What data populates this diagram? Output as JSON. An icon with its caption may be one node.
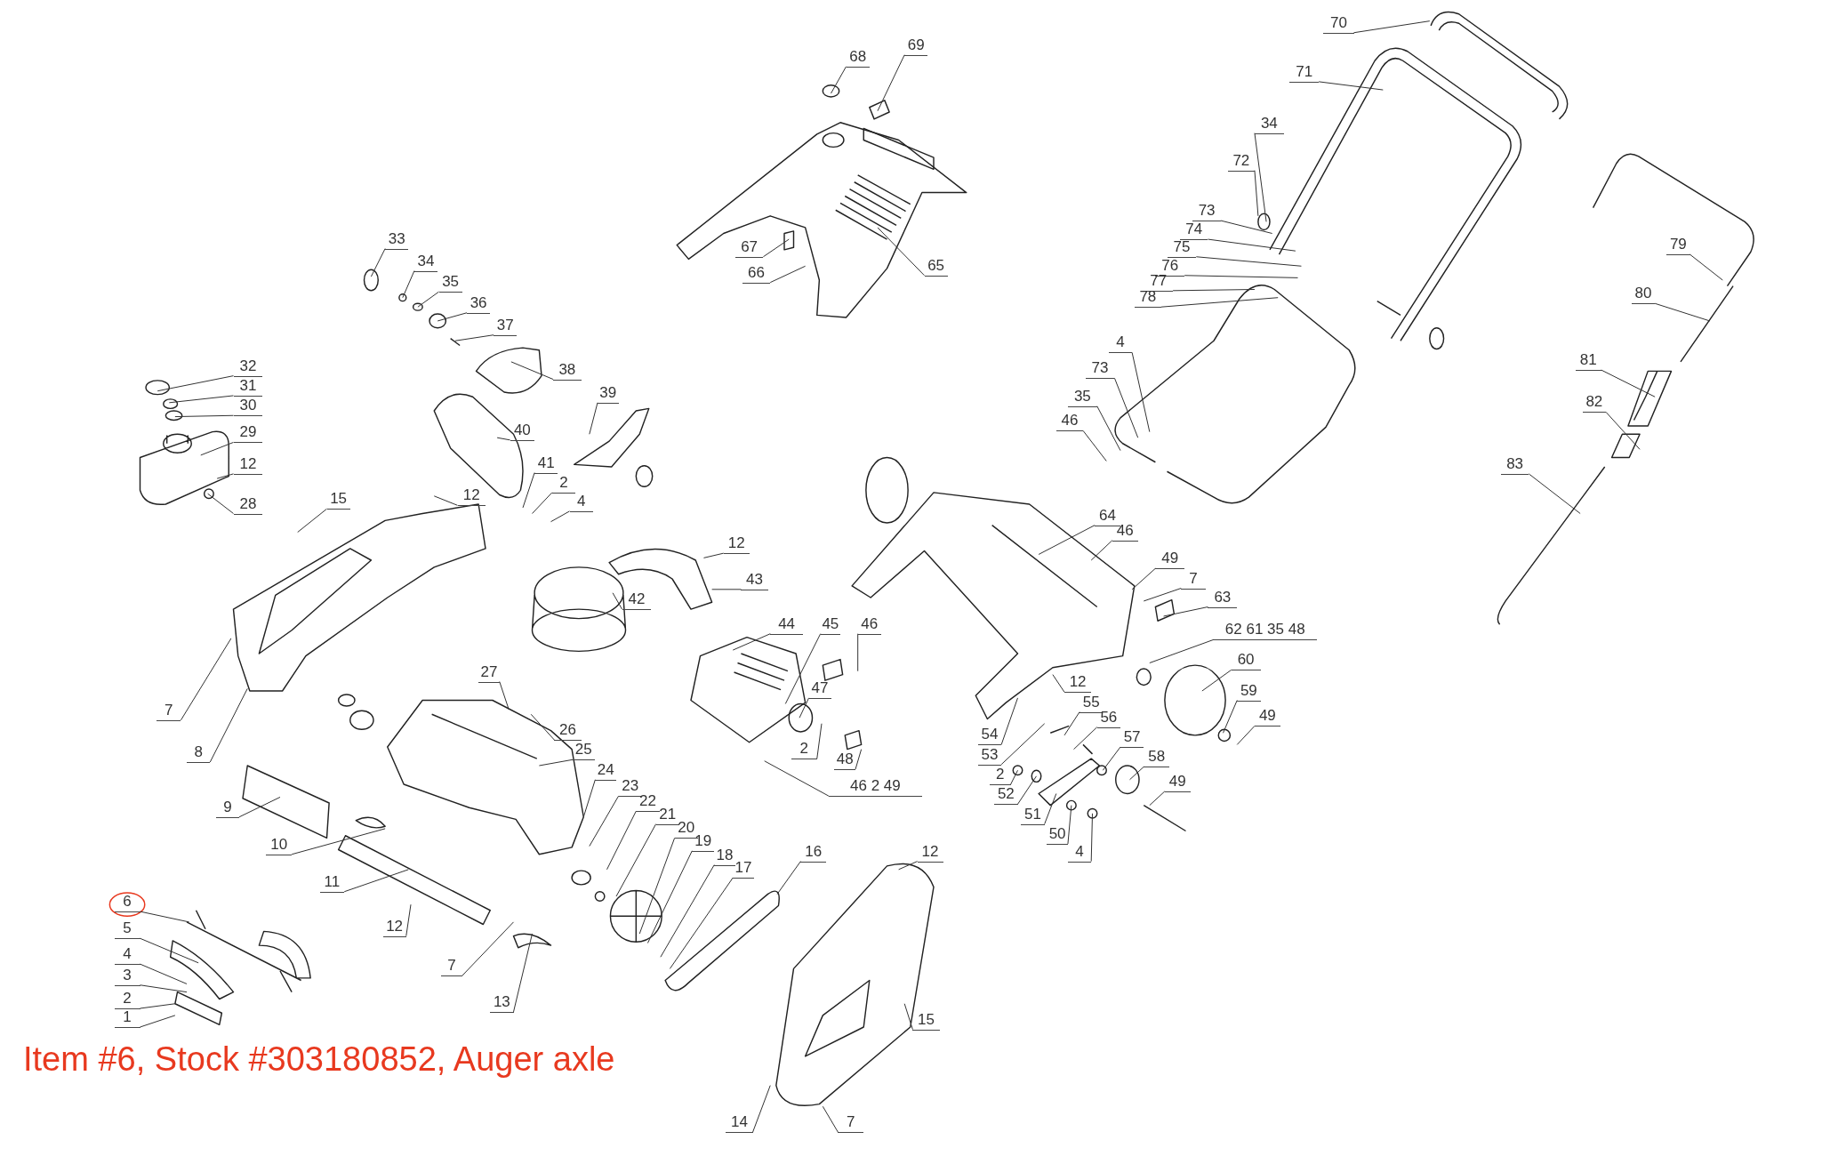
{
  "diagram": {
    "nodes": [
      {
        "text": [
          "68"
        ]
      },
      {
        "text": [
          "69"
        ]
      },
      {
        "text": [
          "70"
        ]
      },
      {
        "text": [
          "71"
        ]
      },
      {
        "text": [
          "34"
        ]
      },
      {
        "text": [
          "72"
        ]
      },
      {
        "text": [
          "73"
        ]
      },
      {
        "text": [
          "74"
        ]
      },
      {
        "text": [
          "75"
        ]
      },
      {
        "text": [
          "76"
        ]
      },
      {
        "text": [
          "77"
        ]
      },
      {
        "text": [
          "78"
        ]
      },
      {
        "text": [
          "33"
        ]
      },
      {
        "text": [
          "34"
        ]
      },
      {
        "text": [
          "35"
        ]
      },
      {
        "text": [
          "36"
        ]
      },
      {
        "text": [
          "37"
        ]
      },
      {
        "text": [
          "67"
        ]
      },
      {
        "text": [
          "79"
        ]
      },
      {
        "text": [
          "66"
        ]
      },
      {
        "text": [
          "65"
        ]
      },
      {
        "text": [
          "80"
        ]
      },
      {
        "text": [
          "4"
        ]
      },
      {
        "text": [
          "81"
        ]
      },
      {
        "text": [
          "32"
        ]
      },
      {
        "text": [
          "73"
        ]
      },
      {
        "text": [
          "38"
        ]
      },
      {
        "text": [
          "31"
        ]
      },
      {
        "text": [
          "39"
        ]
      },
      {
        "text": [
          "35"
        ]
      },
      {
        "text": [
          "82"
        ]
      },
      {
        "text": [
          "30"
        ]
      },
      {
        "text": [
          "46"
        ]
      },
      {
        "text": [
          "40"
        ]
      },
      {
        "text": [
          "29"
        ]
      },
      {
        "text": [
          "12"
        ]
      },
      {
        "text": [
          "83"
        ]
      },
      {
        "text": [
          "41"
        ]
      },
      {
        "text": [
          "2"
        ]
      },
      {
        "text": [
          "12"
        ]
      },
      {
        "text": [
          "15"
        ]
      },
      {
        "text": [
          "4"
        ]
      },
      {
        "text": [
          "28"
        ]
      },
      {
        "text": [
          "64"
        ]
      },
      {
        "text": [
          "46"
        ]
      },
      {
        "text": [
          "12"
        ]
      },
      {
        "text": [
          "49"
        ]
      },
      {
        "text": [
          "7"
        ]
      },
      {
        "text": [
          "43"
        ]
      },
      {
        "text": [
          "63"
        ]
      },
      {
        "text": [
          "42"
        ]
      },
      {
        "text": [
          "44"
        ]
      },
      {
        "text": [
          "45"
        ]
      },
      {
        "text": [
          "46"
        ]
      },
      {
        "text": [
          "62 61 35 48"
        ]
      },
      {
        "text": [
          "60"
        ]
      },
      {
        "text": [
          "27"
        ]
      },
      {
        "text": [
          "12"
        ]
      },
      {
        "text": [
          "47"
        ]
      },
      {
        "text": [
          "59"
        ]
      },
      {
        "text": [
          "55"
        ]
      },
      {
        "text": [
          "7"
        ]
      },
      {
        "text": [
          "49"
        ]
      },
      {
        "text": [
          "56"
        ]
      },
      {
        "text": [
          "26"
        ]
      },
      {
        "text": [
          "54"
        ]
      },
      {
        "text": [
          "57"
        ]
      },
      {
        "text": [
          "2"
        ]
      },
      {
        "text": [
          "25"
        ]
      },
      {
        "text": [
          "8"
        ]
      },
      {
        "text": [
          "53"
        ]
      },
      {
        "text": [
          "58"
        ]
      },
      {
        "text": [
          "48"
        ]
      },
      {
        "text": [
          "24"
        ]
      },
      {
        "text": [
          "2"
        ]
      },
      {
        "text": [
          "49"
        ]
      },
      {
        "text": [
          "23"
        ]
      },
      {
        "text": [
          "46 2 49"
        ]
      },
      {
        "text": [
          "52"
        ]
      },
      {
        "text": [
          "22"
        ]
      },
      {
        "text": [
          "9"
        ]
      },
      {
        "text": [
          "21"
        ]
      },
      {
        "text": [
          "51"
        ]
      },
      {
        "text": [
          "20"
        ]
      },
      {
        "text": [
          "50"
        ]
      },
      {
        "text": [
          "19"
        ]
      },
      {
        "text": [
          "10"
        ]
      },
      {
        "text": [
          "12"
        ]
      },
      {
        "text": [
          "16"
        ]
      },
      {
        "text": [
          "4"
        ]
      },
      {
        "text": [
          "18"
        ]
      },
      {
        "text": [
          "17"
        ]
      },
      {
        "text": [
          "11"
        ]
      },
      {
        "text": [
          "6"
        ]
      },
      {
        "text": [
          "12"
        ]
      },
      {
        "text": [
          "5"
        ]
      },
      {
        "text": [
          "4"
        ]
      },
      {
        "text": [
          "7"
        ]
      },
      {
        "text": [
          "3"
        ]
      },
      {
        "text": [
          "13"
        ]
      },
      {
        "text": [
          "2"
        ]
      },
      {
        "text": [
          "15"
        ]
      },
      {
        "text": [
          "1"
        ]
      },
      {
        "text": [
          "14"
        ]
      },
      {
        "text": [
          "7"
        ]
      }
    ],
    "edges": [
      {
        "from": 0,
        "to": null,
        "arrow": "none"
      },
      {
        "from": 1,
        "to": null,
        "arrow": "none"
      },
      {
        "from": 2,
        "to": null,
        "arrow": "none"
      },
      {
        "from": 3,
        "to": null,
        "arrow": "none"
      },
      {
        "from": 4,
        "to": null,
        "arrow": "none"
      },
      {
        "from": 5,
        "to": null,
        "arrow": "none"
      },
      {
        "from": 6,
        "to": null,
        "arrow": "none"
      },
      {
        "from": 7,
        "to": null,
        "arrow": "none"
      },
      {
        "from": 8,
        "to": null,
        "arrow": "none"
      },
      {
        "from": 9,
        "to": null,
        "arrow": "none"
      },
      {
        "from": 10,
        "to": null,
        "arrow": "none"
      },
      {
        "from": 11,
        "to": null,
        "arrow": "none"
      },
      {
        "from": 12,
        "to": null,
        "arrow": "none"
      },
      {
        "from": 13,
        "to": null,
        "arrow": "none"
      },
      {
        "from": 14,
        "to": null,
        "arrow": "none"
      },
      {
        "from": 15,
        "to": null,
        "arrow": "none"
      },
      {
        "from": 16,
        "to": null,
        "arrow": "none"
      },
      {
        "from": 17,
        "to": null,
        "arrow": "none"
      },
      {
        "from": 18,
        "to": null,
        "arrow": "none"
      },
      {
        "from": 19,
        "to": null,
        "arrow": "none"
      },
      {
        "from": 20,
        "to": null,
        "arrow": "none"
      },
      {
        "from": 21,
        "to": null,
        "arrow": "none"
      },
      {
        "from": 22,
        "to": null,
        "arrow": "none"
      },
      {
        "from": 23,
        "to": null,
        "arrow": "none"
      },
      {
        "from": 24,
        "to": null,
        "arrow": "none"
      },
      {
        "from": 25,
        "to": null,
        "arrow": "none"
      },
      {
        "from": 26,
        "to": null,
        "arrow": "none"
      },
      {
        "from": 27,
        "to": null,
        "arrow": "none"
      },
      {
        "from": 28,
        "to": null,
        "arrow": "none"
      },
      {
        "from": 29,
        "to": null,
        "arrow": "none"
      },
      {
        "from": 30,
        "to": null,
        "arrow": "none"
      },
      {
        "from": 31,
        "to": null,
        "arrow": "none"
      },
      {
        "from": 32,
        "to": null,
        "arrow": "none"
      },
      {
        "from": 33,
        "to": null,
        "arrow": "none"
      },
      {
        "from": 34,
        "to": null,
        "arrow": "none"
      },
      {
        "from": 35,
        "to": null,
        "arrow": "none"
      },
      {
        "from": 36,
        "to": null,
        "arrow": "none"
      },
      {
        "from": 37,
        "to": null,
        "arrow": "none"
      },
      {
        "from": 38,
        "to": null,
        "arrow": "none"
      },
      {
        "from": 39,
        "to": null,
        "arrow": "none"
      },
      {
        "from": 40,
        "to": null,
        "arrow": "none"
      },
      {
        "from": 41,
        "to": null,
        "arrow": "none"
      },
      {
        "from": 42,
        "to": null,
        "arrow": "none"
      },
      {
        "from": 43,
        "to": null,
        "arrow": "none"
      },
      {
        "from": 44,
        "to": null,
        "arrow": "none"
      },
      {
        "from": 45,
        "to": null,
        "arrow": "none"
      },
      {
        "from": 46,
        "to": null,
        "arrow": "none"
      },
      {
        "from": 47,
        "to": null,
        "arrow": "none"
      },
      {
        "from": 48,
        "to": null,
        "arrow": "none"
      },
      {
        "from": 49,
        "to": null,
        "arrow": "none"
      },
      {
        "from": 50,
        "to": null,
        "arrow": "none"
      },
      {
        "from": 51,
        "to": null,
        "arrow": "none"
      },
      {
        "from": 52,
        "to": null,
        "arrow": "none"
      },
      {
        "from": 53,
        "to": null,
        "arrow": "none"
      },
      {
        "from": 54,
        "to": null,
        "arrow": "none"
      },
      {
        "from": 55,
        "to": null,
        "arrow": "none"
      },
      {
        "from": 56,
        "to": null,
        "arrow": "none"
      },
      {
        "from": 57,
        "to": null,
        "arrow": "none"
      },
      {
        "from": 58,
        "to": null,
        "arrow": "none"
      },
      {
        "from": 59,
        "to": null,
        "arrow": "none"
      },
      {
        "from": 60,
        "to": null,
        "arrow": "none"
      },
      {
        "from": 61,
        "to": null,
        "arrow": "none"
      },
      {
        "from": 62,
        "to": null,
        "arrow": "none"
      },
      {
        "from": 63,
        "to": null,
        "arrow": "none"
      },
      {
        "from": 64,
        "to": null,
        "arrow": "none"
      },
      {
        "from": 65,
        "to": null,
        "arrow": "none"
      },
      {
        "from": 66,
        "to": null,
        "arrow": "none"
      },
      {
        "from": 67,
        "to": null,
        "arrow": "none"
      },
      {
        "from": 68,
        "to": null,
        "arrow": "none"
      },
      {
        "from": 69,
        "to": null,
        "arrow": "none"
      },
      {
        "from": 70,
        "to": null,
        "arrow": "none"
      },
      {
        "from": 71,
        "to": null,
        "arrow": "none"
      },
      {
        "from": 72,
        "to": null,
        "arrow": "none"
      },
      {
        "from": 73,
        "to": null,
        "arrow": "none"
      },
      {
        "from": 74,
        "to": null,
        "arrow": "none"
      },
      {
        "from": 75,
        "to": null,
        "arrow": "none"
      },
      {
        "from": 76,
        "to": null,
        "arrow": "none"
      },
      {
        "from": 77,
        "to": null,
        "arrow": "none"
      },
      {
        "from": 78,
        "to": null,
        "arrow": "none"
      },
      {
        "from": 79,
        "to": null,
        "arrow": "none"
      },
      {
        "from": 80,
        "to": null,
        "arrow": "none"
      },
      {
        "from": 81,
        "to": null,
        "arrow": "none"
      },
      {
        "from": 82,
        "to": null,
        "arrow": "none"
      },
      {
        "from": 83,
        "to": null,
        "arrow": "none"
      },
      {
        "from": 84,
        "to": null,
        "arrow": "none"
      },
      {
        "from": 85,
        "to": null,
        "arrow": "none"
      },
      {
        "from": 86,
        "to": null,
        "arrow": "none"
      },
      {
        "from": 87,
        "to": null,
        "arrow": "none"
      },
      {
        "from": 88,
        "to": null,
        "arrow": "none"
      },
      {
        "from": 89,
        "to": null,
        "arrow": "none"
      },
      {
        "from": 90,
        "to": null,
        "arrow": "none"
      },
      {
        "from": 91,
        "to": null,
        "arrow": "none"
      },
      {
        "from": 92,
        "to": null,
        "arrow": "none"
      },
      {
        "from": 93,
        "to": null,
        "arrow": "none"
      },
      {
        "from": 94,
        "to": null,
        "arrow": "none"
      },
      {
        "from": 95,
        "to": null,
        "arrow": "none"
      },
      {
        "from": 96,
        "to": null,
        "arrow": "none"
      },
      {
        "from": 97,
        "to": null,
        "arrow": "none"
      },
      {
        "from": 98,
        "to": null,
        "arrow": "none"
      },
      {
        "from": 99,
        "to": null,
        "arrow": "none"
      },
      {
        "from": 100,
        "to": null,
        "arrow": "none"
      },
      {
        "from": 101,
        "to": null,
        "arrow": "none"
      },
      {
        "from": 102,
        "to": null,
        "arrow": "none"
      },
      {
        "from": 103,
        "to": null,
        "arrow": "none"
      },
      {
        "from": 104,
        "to": null,
        "arrow": "none"
      }
    ],
    "labels": [
      "Item #6, Stock #303180852, Auger axle"
    ]
  }
}
